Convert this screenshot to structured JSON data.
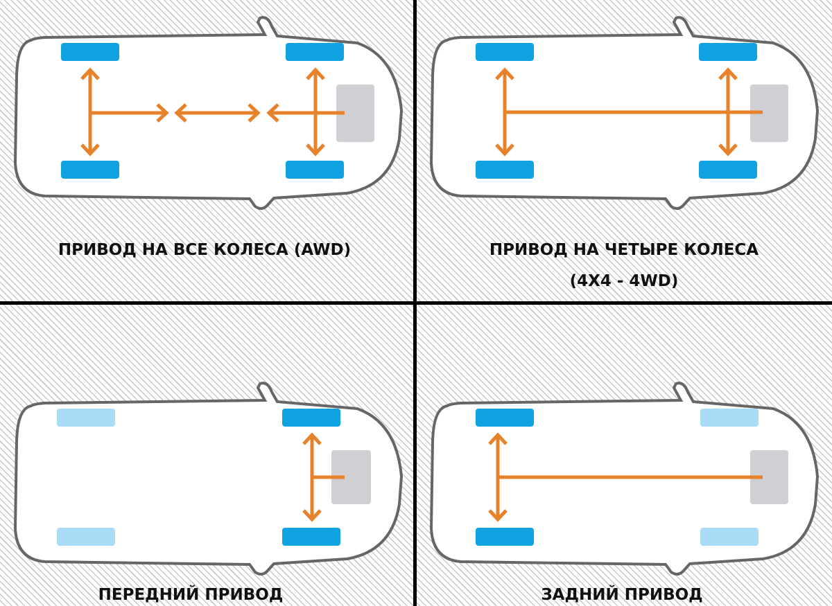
{
  "panels": [
    {
      "label": "ПРИВОД НА ВСЕ КОЛЕСА (AWD)",
      "driven_axles": [
        "front",
        "rear"
      ],
      "center_coupling": true
    },
    {
      "label_line1": "ПРИВОД НА ЧЕТЫРЕ КОЛЕСА",
      "label_line2": "(4X4 - 4WD)",
      "driven_axles": [
        "front",
        "rear"
      ],
      "center_coupling": false
    },
    {
      "label": "ПЕРЕДНИЙ ПРИВОД",
      "driven_axles": [
        "front"
      ]
    },
    {
      "label": "ЗАДНИЙ ПРИВОД",
      "driven_axles": [
        "rear"
      ]
    }
  ],
  "colors": {
    "driven_wheel": "#0fa3e2",
    "idle_wheel": "#a8dcf6",
    "drivetrain": "#e8822a",
    "engine": "#d0d0d4",
    "car_outline": "#666666",
    "divider": "#000000"
  }
}
